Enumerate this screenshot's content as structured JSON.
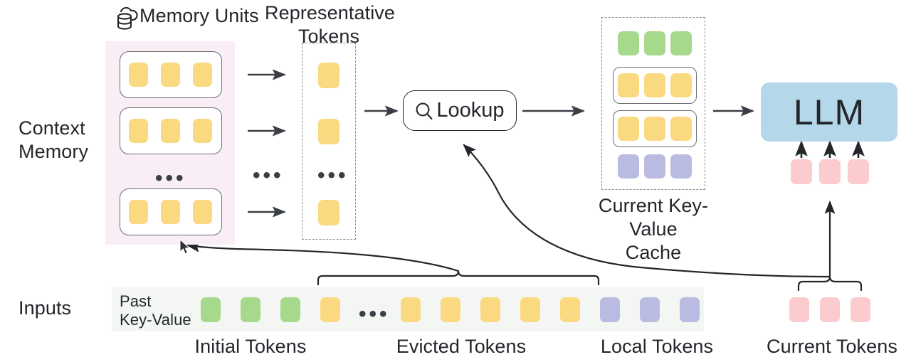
{
  "diagram": {
    "title": "Context Memory LLM KV-cache lookup pipeline",
    "colors": {
      "token_yellow": "#fbd980",
      "token_green": "#a7d98d",
      "token_purple": "#b9bce0",
      "token_pink": "#fbcbcd",
      "llm_blue": "#b4d7e9",
      "memory_panel_pink": "#f9eef5",
      "inputs_strip_gray": "#f4f6f4",
      "stroke_dark": "#23262b",
      "stroke_dashed": "#8d8d92"
    }
  },
  "labels": {
    "memory_units": "Memory Units",
    "representative_tokens": "Representative\nTokens",
    "context_memory": "Context\nMemory",
    "lookup": "Lookup",
    "current_kv_cache": "Current Key-Value\nCache",
    "llm": "LLM",
    "inputs": "Inputs",
    "past_key_value": "Past\nKey-Value",
    "initial_tokens": "Initial Tokens",
    "evicted_tokens": "Evicted Tokens",
    "local_tokens": "Local Tokens",
    "current_tokens": "Current Tokens",
    "ellipsis": "•••"
  },
  "icons": {
    "memory_units": "cloud-database-icon",
    "lookup": "magnifier-icon",
    "cursor": "mouse-cursor"
  },
  "context_memory": {
    "units": [
      {
        "id": "unit-1",
        "tokens": [
          "yellow",
          "yellow",
          "yellow"
        ]
      },
      {
        "id": "unit-2",
        "tokens": [
          "yellow",
          "yellow",
          "yellow"
        ]
      },
      {
        "id": "unit-n",
        "tokens": [
          "yellow",
          "yellow",
          "yellow"
        ]
      }
    ],
    "ellipsis_between": true
  },
  "representative_tokens": {
    "tokens": [
      "yellow",
      "yellow",
      "yellow"
    ],
    "ellipsis_between": true
  },
  "kv_cache": {
    "rows": [
      {
        "id": "initial",
        "color": "green",
        "count": 3,
        "boxed": false
      },
      {
        "id": "retrieved-1",
        "color": "yellow",
        "count": 3,
        "boxed": true
      },
      {
        "id": "retrieved-2",
        "color": "yellow",
        "count": 3,
        "boxed": true
      },
      {
        "id": "local",
        "color": "purple",
        "count": 3,
        "boxed": false
      }
    ]
  },
  "llm_inputs": {
    "tokens": [
      "pink",
      "pink",
      "pink"
    ]
  },
  "inputs_row": {
    "groups": [
      {
        "id": "initial",
        "label": "Initial Tokens",
        "color": "green",
        "count": 3
      },
      {
        "id": "evicted",
        "label": "Evicted Tokens",
        "color": "yellow",
        "count": 6,
        "ellipsis_after_index": 1
      },
      {
        "id": "local",
        "label": "Local Tokens",
        "color": "purple",
        "count": 3
      },
      {
        "id": "current",
        "label": "Current Tokens",
        "color": "pink",
        "count": 3
      }
    ]
  },
  "flows": [
    {
      "from": "memory-unit-1",
      "to": "representative-token-1",
      "style": "straight-arrow"
    },
    {
      "from": "memory-unit-2",
      "to": "representative-token-2",
      "style": "straight-arrow"
    },
    {
      "from": "memory-unit-n",
      "to": "representative-token-n",
      "style": "straight-arrow"
    },
    {
      "from": "representative-tokens",
      "to": "lookup",
      "style": "straight-arrow"
    },
    {
      "from": "lookup",
      "to": "current-kv-cache",
      "style": "straight-arrow"
    },
    {
      "from": "current-kv-cache",
      "to": "llm",
      "style": "straight-arrow"
    },
    {
      "from": "evicted-tokens-brace",
      "to": "context-memory",
      "style": "curved-arrow"
    },
    {
      "from": "current-tokens-brace",
      "to": "lookup",
      "style": "curved-arrow"
    },
    {
      "from": "current-tokens-brace",
      "to": "llm-input-tokens",
      "style": "straight-arrow"
    }
  ]
}
